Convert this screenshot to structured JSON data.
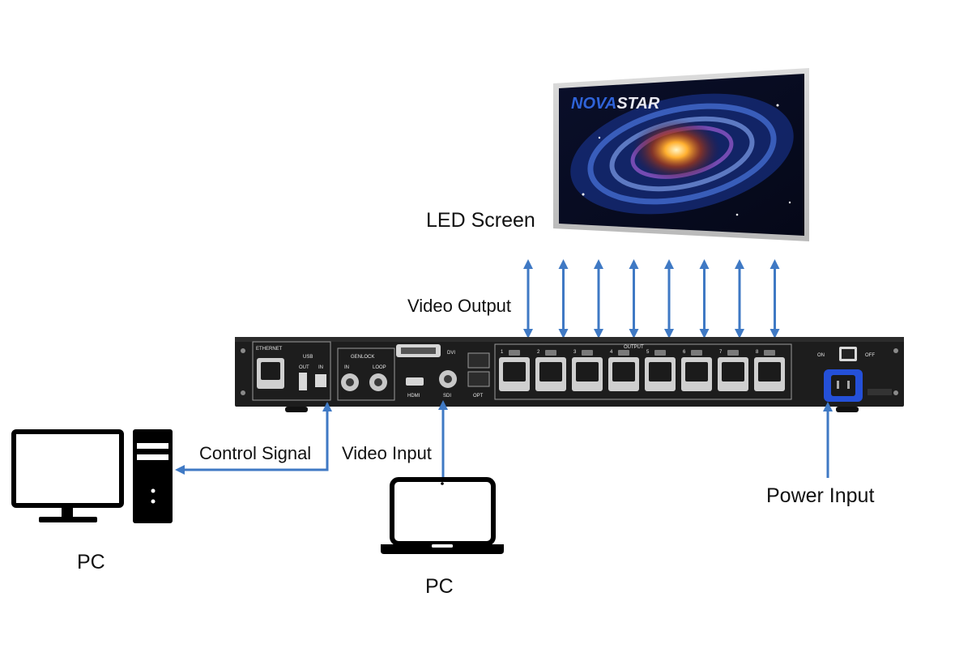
{
  "labels": {
    "led_screen": "LED Screen",
    "video_output": "Video Output",
    "control_signal": "Control Signal",
    "video_input": "Video Input",
    "power_input": "Power Input",
    "pc_desktop": "PC",
    "pc_laptop": "PC"
  },
  "screen": {
    "brand_part1": "NOVA",
    "brand_part2": "STAR"
  },
  "device": {
    "ethernet_label": "ETHERNET",
    "usb_label": "USB",
    "usb_out": "OUT",
    "usb_in": "IN",
    "genlock_label": "GENLOCK",
    "genlock_in": "IN",
    "genlock_loop": "LOOP",
    "hdmi_label": "HDMI",
    "dvi_label": "DVI",
    "sdi_label": "SDI",
    "opt_label": "OPT",
    "output_label": "OUTPUT",
    "port_numbers": [
      "1",
      "2",
      "3",
      "4",
      "5",
      "6",
      "7",
      "8"
    ],
    "on_label": "ON",
    "off_label": "OFF"
  },
  "colors": {
    "arrow": "#3f79c4",
    "device_body": "#1d1d1d",
    "text": "#111111",
    "power_socket": "#2450d8"
  }
}
